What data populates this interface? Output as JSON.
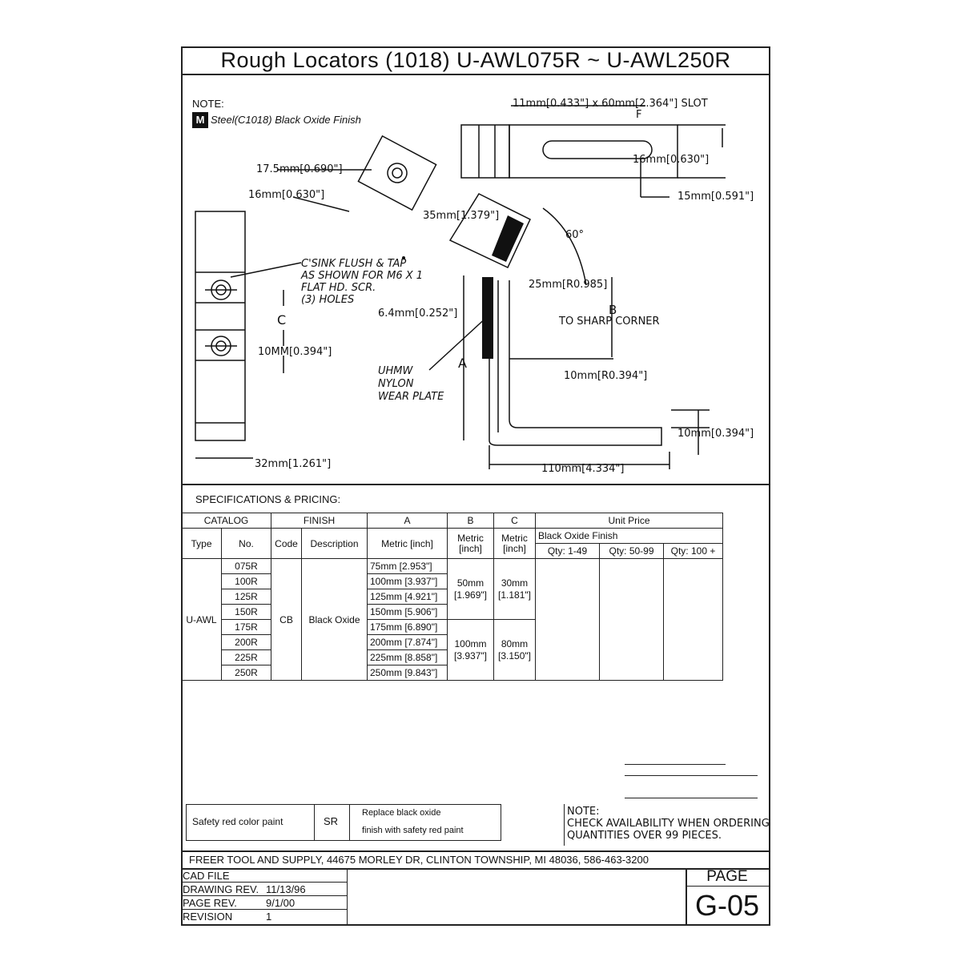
{
  "title": "Rough Locators (1018) U-AWL075R ~ U-AWL250R",
  "note_label": "NOTE:",
  "material_code": "M",
  "material_desc": "Steel(C1018) Black Oxide Finish",
  "drawing": {
    "slot": "11mm[0.433\"] x 60mm[2.364\"] SLOT",
    "f_label": "F",
    "dim_16_slot": "16mm[0.630\"]",
    "dim_15": "15mm[0.591\"]",
    "dim_17_5": "17.5mm[0.690\"]",
    "dim_16_top": "16mm[0.630\"]",
    "dim_35": "35mm[1.379\"]",
    "angle": "60°",
    "csink_1": "C'SINK FLUSH & TAP",
    "csink_2": "AS SHOWN FOR M6 X 1",
    "csink_3": "FLAT HD. SCR.",
    "csink_4": "(3) HOLES",
    "dim_25": "25mm[R0.985]",
    "b_label": "B",
    "b_note": "TO SHARP CORNER",
    "dim_6_4": "6.4mm[0.252\"]",
    "c_label": "C",
    "dim_10mm": "10MM[0.394\"]",
    "a_label": "A",
    "uhmw_1": "UHMW",
    "uhmw_2": "NYLON",
    "uhmw_3": "WEAR PLATE",
    "dim_r10": "10mm[R0.394\"]",
    "dim_10_right": "10mm[0.394\"]",
    "dim_32": "32mm[1.261\"]",
    "dim_110": "110mm[4.334\"]"
  },
  "spec_title": "SPECIFICATIONS & PRICING:",
  "table": {
    "h_catalog": "CATALOG",
    "h_finish": "FINISH",
    "h_a": "A",
    "h_b": "B",
    "h_c": "C",
    "h_unit_price": "Unit Price",
    "h_type": "Type",
    "h_no": "No.",
    "h_code": "Code",
    "h_description": "Description",
    "h_metric_inch": "Metric [inch]",
    "h_b_metric": "Metric",
    "h_b_inch": "[inch]",
    "h_c_metric": "Metric",
    "h_c_inch": "[inch]",
    "h_black_oxide_finish": "Black Oxide Finish",
    "h_qty1": "Qty: 1-49",
    "h_qty2": "Qty: 50-99",
    "h_qty3": "Qty: 100 +",
    "type": "U-AWL",
    "code": "CB",
    "description": "Black Oxide",
    "rows": [
      {
        "no": "075R",
        "a": "75mm [2.953\"]"
      },
      {
        "no": "100R",
        "a": "100mm [3.937\"]"
      },
      {
        "no": "125R",
        "a": "125mm [4.921\"]"
      },
      {
        "no": "150R",
        "a": "150mm [5.906\"]"
      },
      {
        "no": "175R",
        "a": "175mm [6.890\"]"
      },
      {
        "no": "200R",
        "a": "200mm [7.874\"]"
      },
      {
        "no": "225R",
        "a": "225mm [8.858\"]"
      },
      {
        "no": "250R",
        "a": "250mm [9.843\"]"
      }
    ],
    "b1_metric": "50mm",
    "b1_inch": "[1.969\"]",
    "c1_metric": "30mm",
    "c1_inch": "[1.181\"]",
    "b2_metric": "100mm",
    "b2_inch": "[3.937\"]",
    "c2_metric": "80mm",
    "c2_inch": "[3.150\"]"
  },
  "option": {
    "name": "Safety red color paint",
    "code": "SR",
    "desc_1": "Replace black oxide",
    "desc_2": "finish with safety red paint"
  },
  "note2_label": "NOTE:",
  "note2_1": "CHECK AVAILABILITY WHEN ORDERING",
  "note2_2": "QUANTITIES OVER 99 PIECES.",
  "company": "FREER TOOL AND SUPPLY, 44675 MORLEY DR, CLINTON TOWNSHIP, MI 48036, 586-463-3200",
  "title_block": {
    "cad_file": "CAD FILE",
    "drawing_rev_label": "DRAWING REV.",
    "drawing_rev": "11/13/96",
    "page_rev_label": "PAGE REV.",
    "page_rev": "9/1/00",
    "revision_label": "REVISION",
    "revision": "1",
    "page_label": "PAGE",
    "page_no": "G-05"
  }
}
